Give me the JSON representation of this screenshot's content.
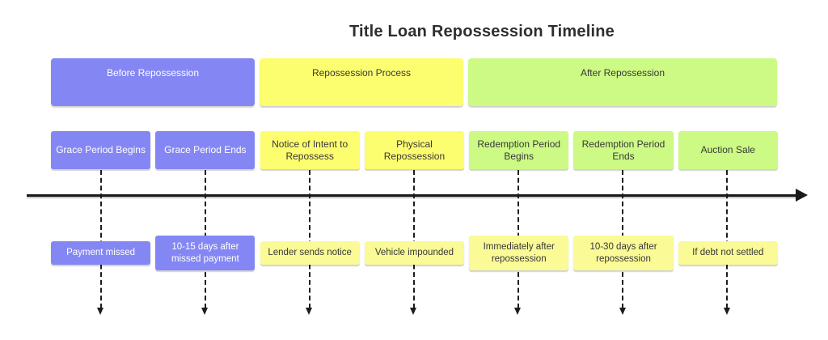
{
  "title": "Title Loan Repossession Timeline",
  "colors": {
    "phase_before": "#8487f3",
    "phase_process": "#fdfd70",
    "phase_after": "#ccfa85",
    "detail_pale_yellow": "#fafa96",
    "axis": "#1a1a1a",
    "text_dark": "#383838",
    "text_light": "#ffffff",
    "background": "#ffffff"
  },
  "phases": [
    {
      "label": "Before Repossession"
    },
    {
      "label": "Repossession Process"
    },
    {
      "label": "After Repossession"
    }
  ],
  "milestones": [
    {
      "label": "Grace Period Begins",
      "detail": "Payment missed"
    },
    {
      "label": "Grace Period Ends",
      "detail": "10-15 days after missed payment"
    },
    {
      "label": "Notice of Intent to Repossess",
      "detail": "Lender sends notice"
    },
    {
      "label": "Physical Repossession",
      "detail": "Vehicle impounded"
    },
    {
      "label": "Redemption Period Begins",
      "detail": "Immediately after repossession"
    },
    {
      "label": "Redemption Period Ends",
      "detail": "10-30 days after repossession"
    },
    {
      "label": "Auction Sale",
      "detail": "If debt not settled"
    }
  ]
}
